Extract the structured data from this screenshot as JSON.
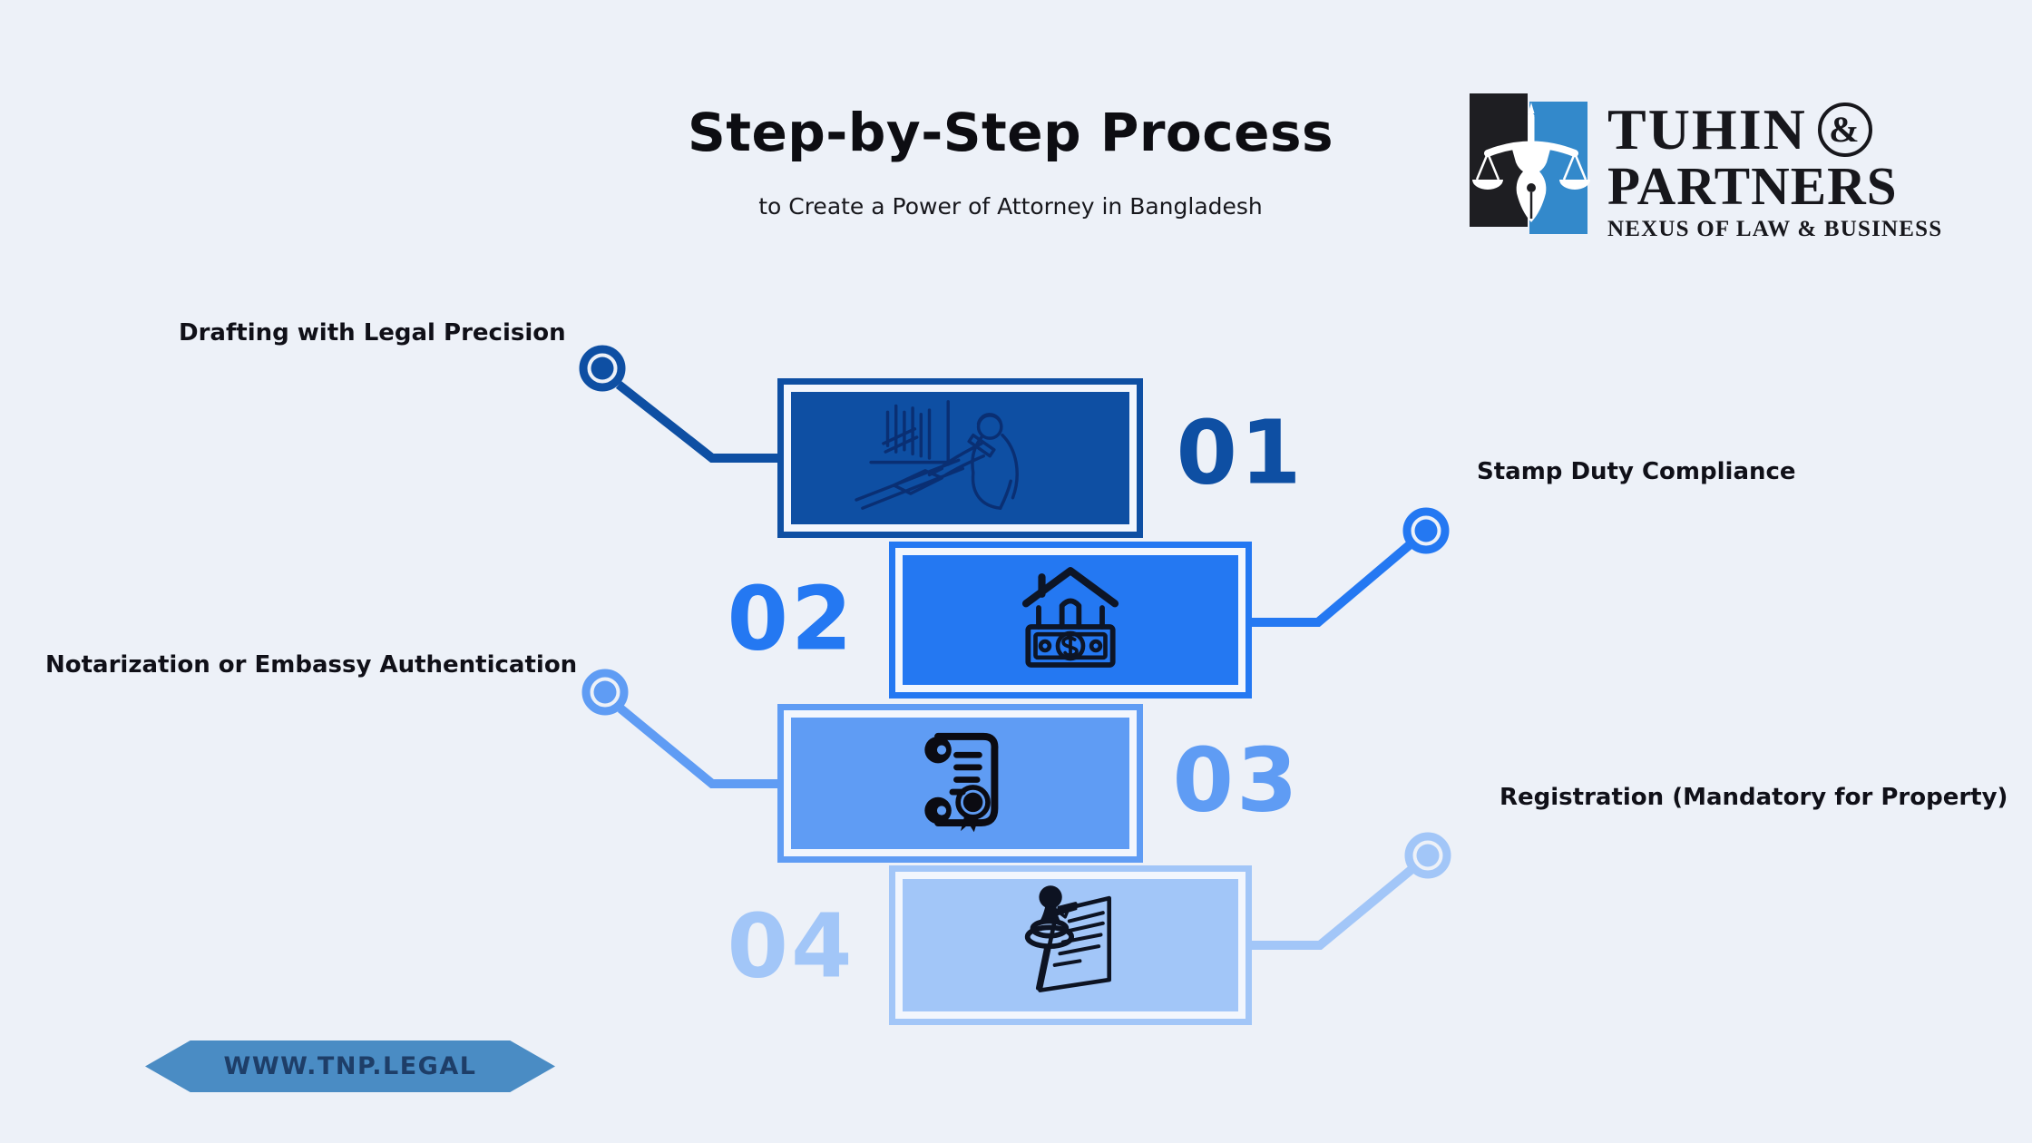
{
  "page": {
    "background": "#edf1f8"
  },
  "header": {
    "title": "Step-by-Step Process",
    "subtitle": "to Create a Power of Attorney in Bangladesh"
  },
  "logo": {
    "name": "TUHIN",
    "amp": "&",
    "name2": "PARTNERS",
    "tagline": "NEXUS OF LAW & BUSINESS",
    "mark_black": "#1e1e22",
    "mark_blue": "#3389cb",
    "icon": "scales-of-justice-pen-icon"
  },
  "steps": [
    {
      "number": "01",
      "label": "Drafting with Legal Precision",
      "color": "#0e4fa3",
      "icon": "person-writing-icon",
      "label_side": "left"
    },
    {
      "number": "02",
      "label": "Stamp Duty Compliance",
      "color": "#2478f2",
      "icon": "house-money-icon",
      "label_side": "right"
    },
    {
      "number": "03",
      "label": "Notarization or Embassy Authentication",
      "color": "#5f9cf4",
      "icon": "scroll-seal-icon",
      "label_side": "left"
    },
    {
      "number": "04",
      "label": "Registration (Mandatory for Property)",
      "color": "#a2c6f8",
      "icon": "stamp-document-icon",
      "label_side": "right"
    }
  ],
  "footer": {
    "website": "WWW.TNP.LEGAL",
    "banner_color": "#4a8cc4",
    "text_color": "#1e3e68"
  }
}
